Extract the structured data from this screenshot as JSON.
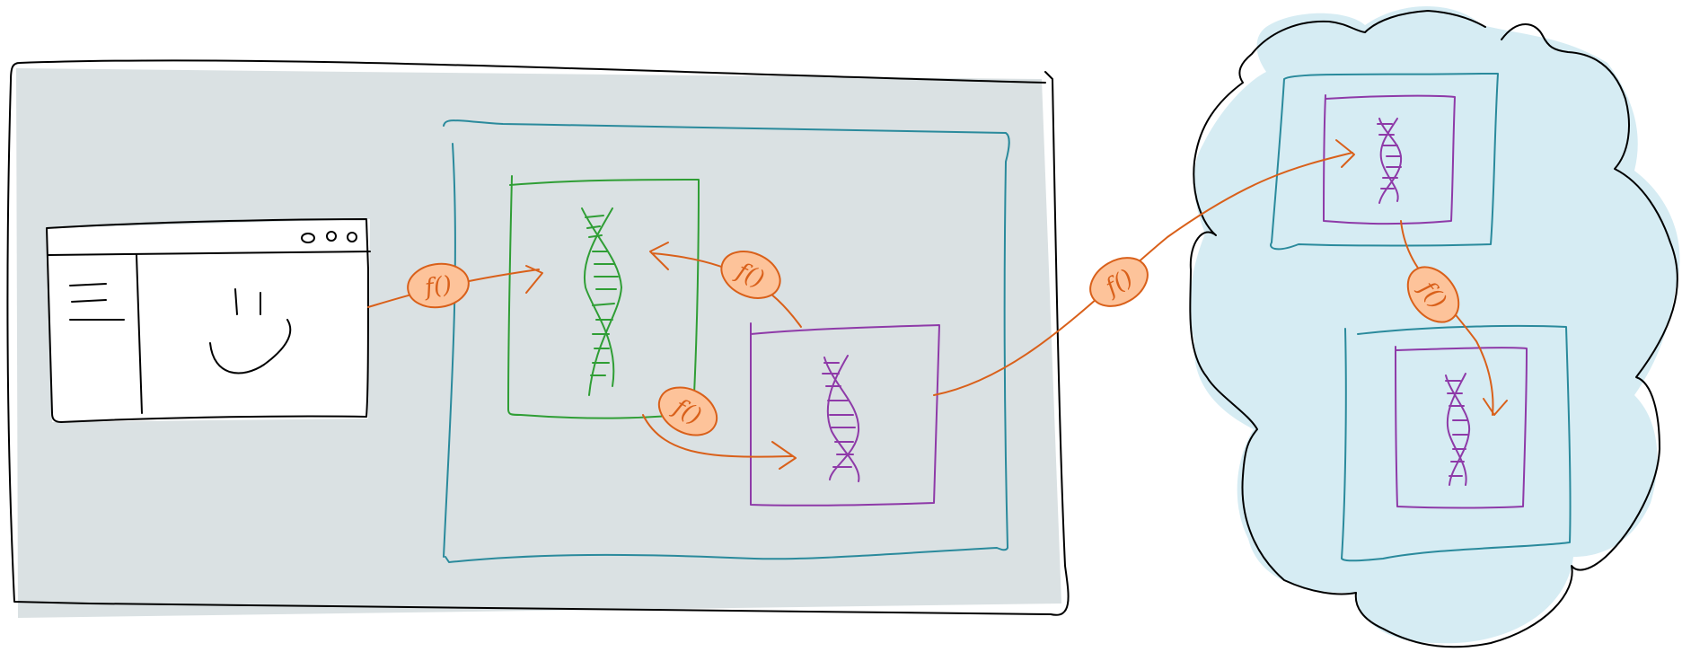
{
  "colors": {
    "background": "#ffffff",
    "host_fill": "#dae1e3",
    "cloud_fill": "#d6ecf3",
    "outline": "#000000",
    "container": "#2a8a9c",
    "green_dna": "#2f9e35",
    "purple_dna": "#8e3aa8",
    "function_arrow": "#d9601a",
    "function_fill": "#fdc39a"
  },
  "icons": {
    "browser": "browser-window-icon",
    "smiley": "smiley-face-icon",
    "menu": "hamburger-menu-icon",
    "window_controls": "window-controls-icon",
    "dna": "dna-helix-icon",
    "cloud": "cloud-icon"
  },
  "function_badge_label": "f()",
  "function_badges": [
    "f()",
    "f()",
    "f()",
    "f()",
    "f()"
  ]
}
